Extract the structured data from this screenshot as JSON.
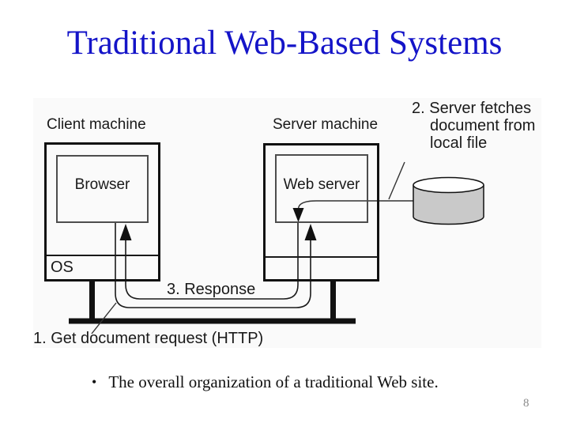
{
  "slide": {
    "title": "Traditional Web-Based Systems",
    "bullet_glyph": "•",
    "bullet_text": "The overall organization of a traditional Web site.",
    "page_number": "8"
  },
  "diagram": {
    "client": {
      "label": "Client machine",
      "inner_label": "Browser",
      "os_label": "OS"
    },
    "server": {
      "label": "Server machine",
      "inner_label": "Web server"
    },
    "annotations": {
      "step1": "1. Get document request (HTTP)",
      "step2_lines": [
        "2. Server fetches",
        "document from",
        "local file"
      ],
      "step3": "3. Response"
    },
    "icons": {
      "database": "disk-cylinder-icon"
    },
    "colors": {
      "title_blue": "#1414C8",
      "panel_background": "#FAFAFA",
      "cylinder_fill": "#C9C9C9",
      "cylinder_top_fill": "#FFFFFF",
      "line_black": "#1a1a1a",
      "page_number_gray": "#8A8A8A"
    }
  }
}
